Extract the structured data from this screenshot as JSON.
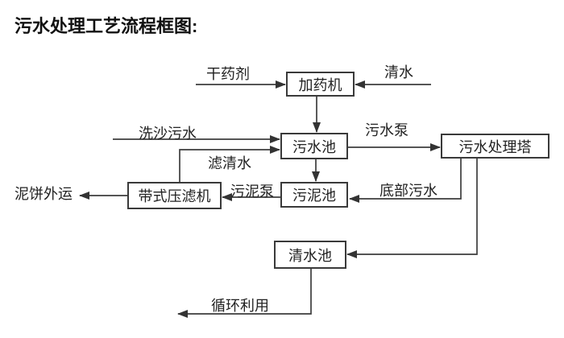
{
  "title": "污水处理工艺流程框图:",
  "diagram": {
    "nodes": [
      {
        "id": "dosing-machine",
        "label": "加药机"
      },
      {
        "id": "sewage-pool",
        "label": "污水池"
      },
      {
        "id": "sewage-treatment-tower",
        "label": "污水处理塔"
      },
      {
        "id": "belt-filter-press",
        "label": "带式压滤机"
      },
      {
        "id": "sludge-pool",
        "label": "污泥池"
      },
      {
        "id": "clean-water-pool",
        "label": "清水池"
      }
    ],
    "flow_labels": [
      {
        "id": "dry-agent",
        "text": "干药剂"
      },
      {
        "id": "clean-water",
        "text": "清水"
      },
      {
        "id": "sand-washing-sewage",
        "text": "洗沙污水"
      },
      {
        "id": "sewage-pump",
        "text": "污水泵"
      },
      {
        "id": "filtered-water",
        "text": "滤清水"
      },
      {
        "id": "mud-cake-outbound",
        "text": "泥饼外运"
      },
      {
        "id": "sludge-pump",
        "text": "污泥泵"
      },
      {
        "id": "bottom-sewage",
        "text": "底部污水"
      },
      {
        "id": "recycle-use",
        "text": "循环利用"
      }
    ],
    "colors": {
      "background": "#ffffff",
      "line": "#3d3d3d",
      "box_border": "#3a3a3a",
      "text": "#1a1a1a"
    }
  }
}
